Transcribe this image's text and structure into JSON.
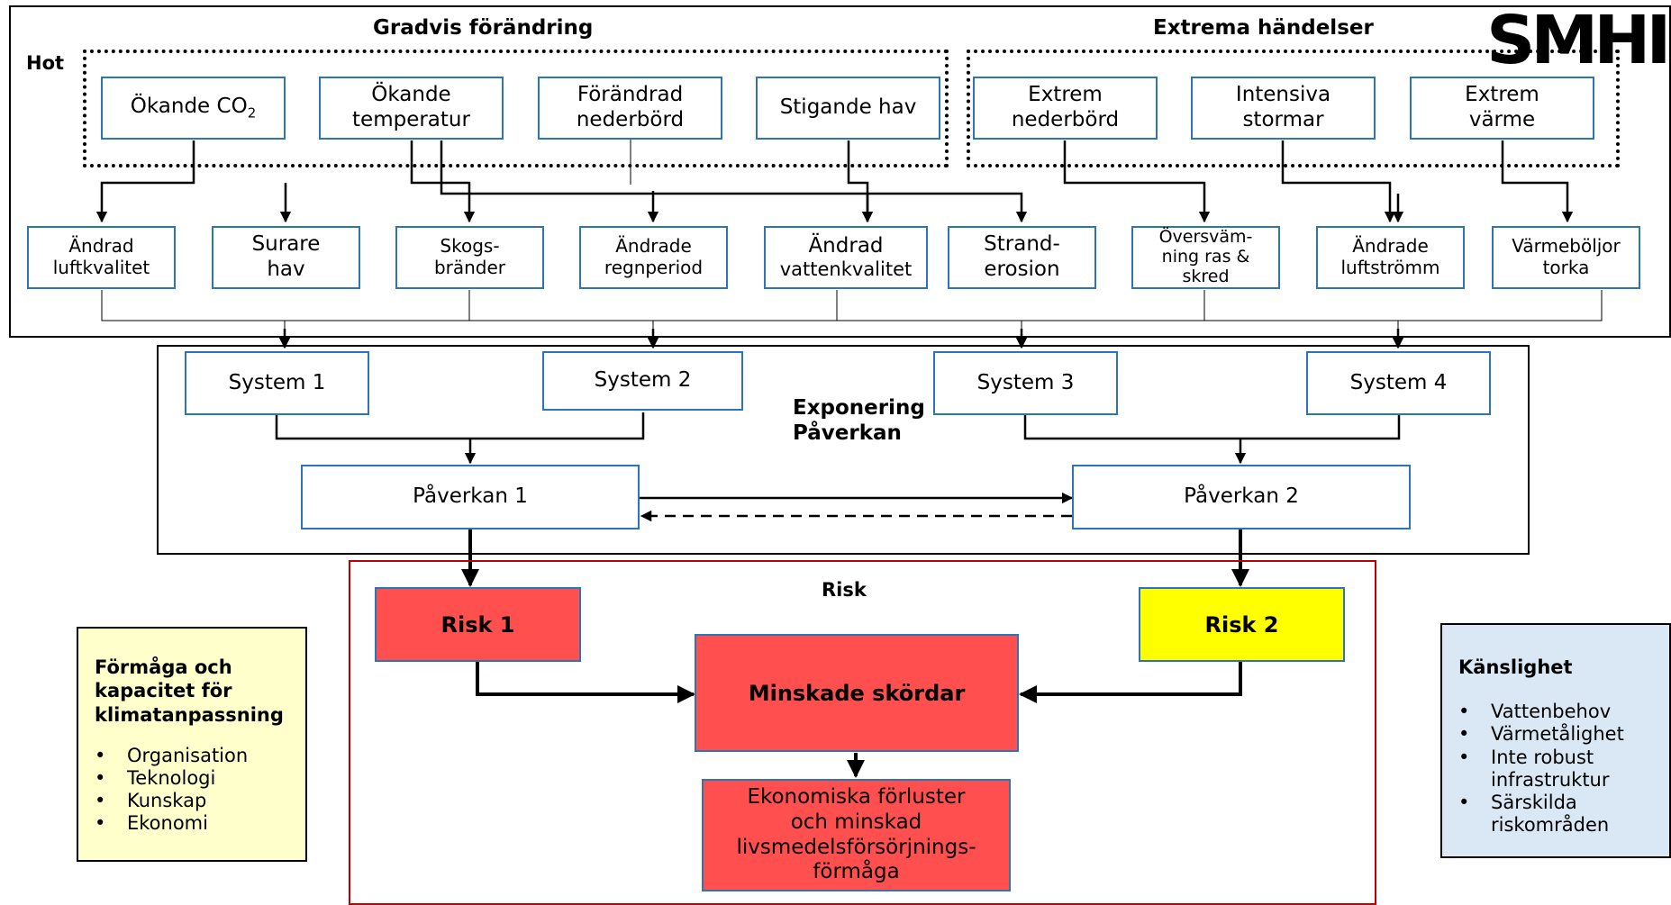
{
  "logo": {
    "text": "SMHI"
  },
  "hot": {
    "label": "Hot",
    "group_gradual": "Gradvis förändring",
    "group_extreme": "Extrema händelser",
    "threats": [
      {
        "line1": "Ökande CO",
        "sub": "2"
      },
      {
        "line1": "Ökande",
        "line2": "temperatur"
      },
      {
        "line1": "Förändrad",
        "line2": "nederbörd"
      },
      {
        "line1": "Stigande hav"
      },
      {
        "line1": "Extrem",
        "line2": "nederbörd"
      },
      {
        "line1": "Intensiva",
        "line2": "stormar"
      },
      {
        "line1": "Extrem",
        "line2": "värme"
      }
    ],
    "effects": [
      {
        "line1": "Ändrad",
        "line2": "luftkvalitet"
      },
      {
        "line1": "Surare",
        "line2": "hav"
      },
      {
        "line1": "Skogs-",
        "line2": "bränder"
      },
      {
        "line1": "Ändrade",
        "line2": "regnperiod"
      },
      {
        "line1": "Ändrad",
        "line2": "vattenkvalitet"
      },
      {
        "line1": "Strand-",
        "line2": "erosion"
      },
      {
        "line1": "Översväm-",
        "line2": "ning ras &",
        "line3": "skred"
      },
      {
        "line1": "Ändrade",
        "line2": "luftströmm"
      },
      {
        "line1": "Värmeböljor",
        "line2": "torka"
      }
    ]
  },
  "exposure": {
    "label_line1": "Exponering",
    "label_line2": "Påverkan",
    "systems": [
      "System 1",
      "System 2",
      "System 3",
      "System 4"
    ],
    "impacts": [
      "Påverkan 1",
      "Påverkan 2"
    ]
  },
  "risk": {
    "label": "Risk",
    "risk1": "Risk 1",
    "risk2": "Risk 2",
    "yield": "Minskade skördar",
    "loss_lines": [
      "Ekonomiska förluster",
      "och minskad",
      "livsmedelsförsörjnings-",
      "förmåga"
    ]
  },
  "capacity": {
    "title_lines": [
      "Förmåga och",
      "kapacitet för",
      "klimatanpassning"
    ],
    "items": [
      "Organisation",
      "Teknologi",
      "Kunskap",
      "Ekonomi"
    ]
  },
  "sensitivity": {
    "title": "Känslighet",
    "items": [
      "Vattenbehov",
      "Värmetålighet",
      "Inte robust infrastruktur",
      "Särskilda riskområden"
    ]
  },
  "colors": {
    "box_border": "#2e75b6",
    "risk_red": "#ff4f4f",
    "risk_yellow": "#ffff00",
    "risk_frame": "#c00000",
    "capacity_bg": "#ffffcc",
    "sensitivity_bg": "#dae8f5"
  }
}
